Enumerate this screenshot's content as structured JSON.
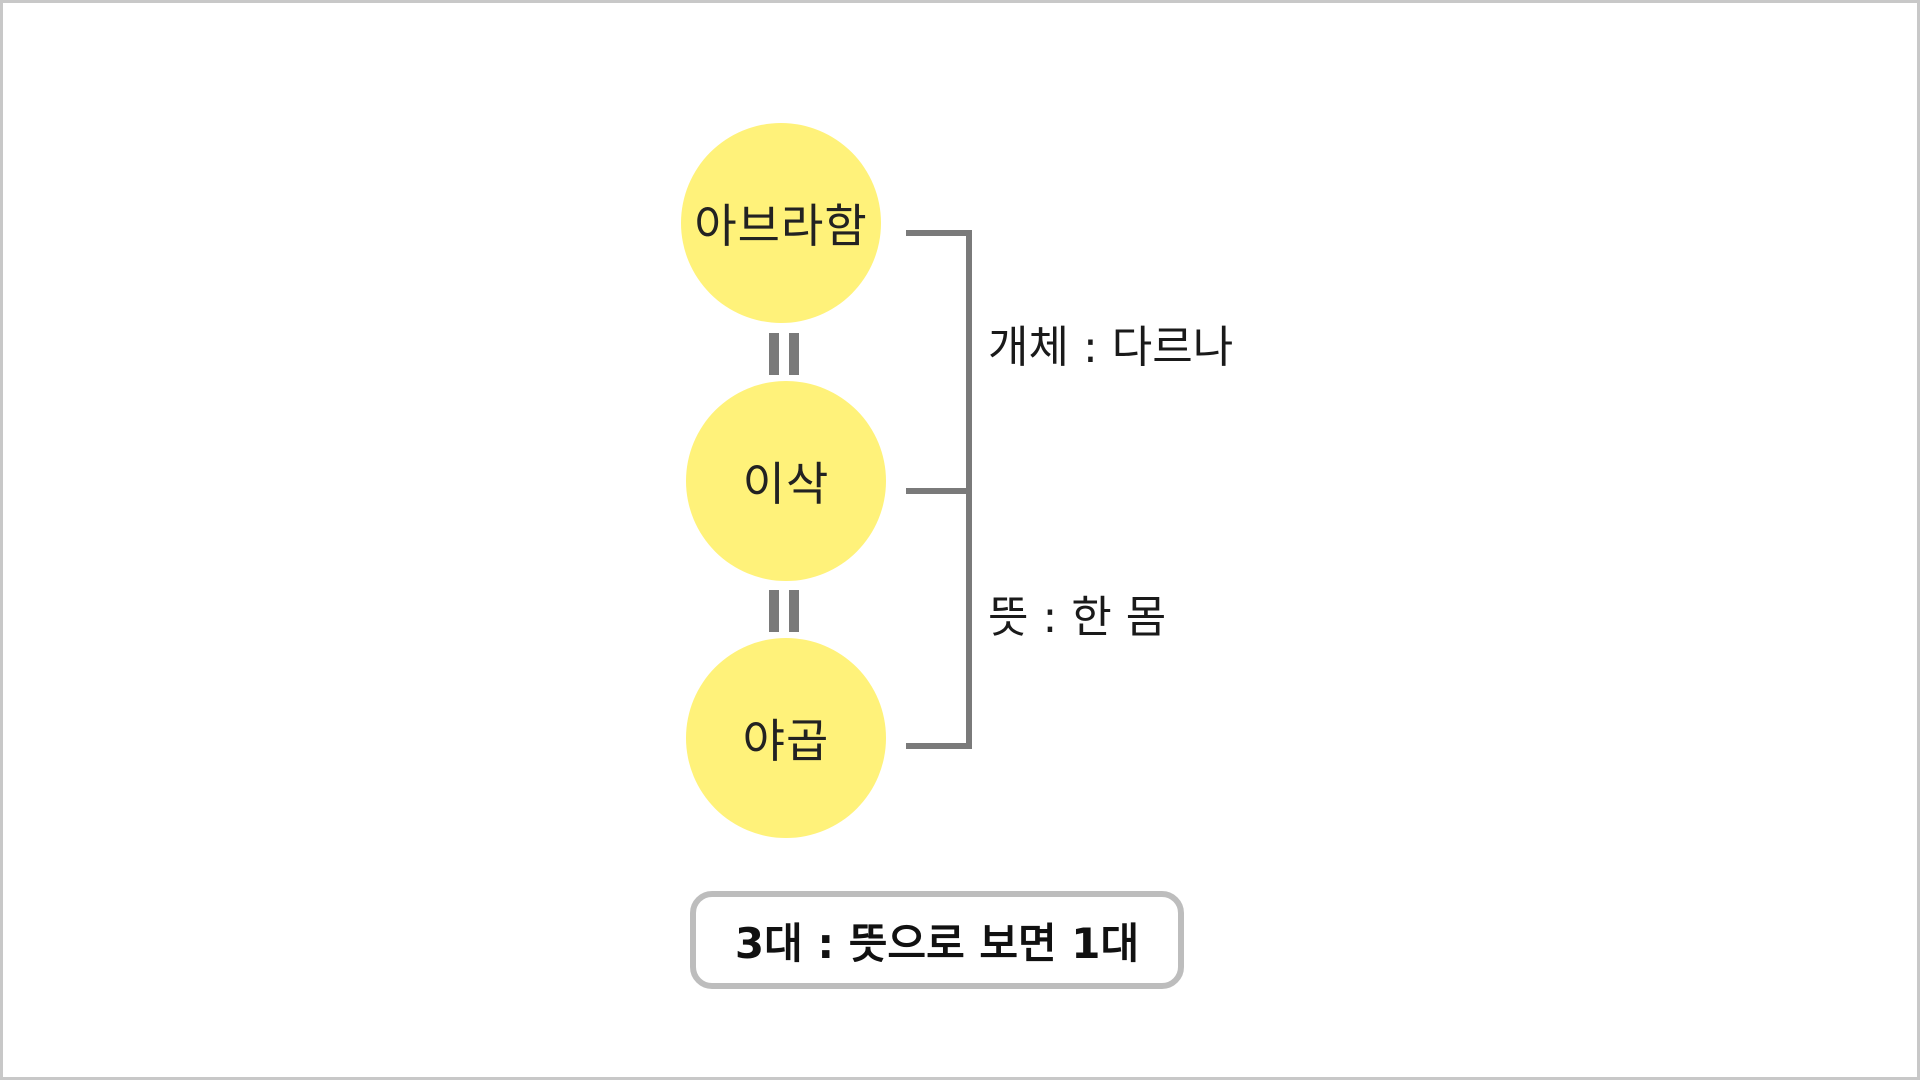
{
  "colors": {
    "circle_fill": "#fff27a",
    "connector": "#7a7a7a",
    "caption_border": "#bdbdbd",
    "frame_border": "#c8c8c8"
  },
  "nodes": [
    {
      "label": "아브라함"
    },
    {
      "label": "이삭"
    },
    {
      "label": "야곱"
    }
  ],
  "annotations": {
    "individual": "개체 : 다르나",
    "meaning": "뜻 : 한 몸"
  },
  "caption": "3대 : 뜻으로 보면 1대"
}
